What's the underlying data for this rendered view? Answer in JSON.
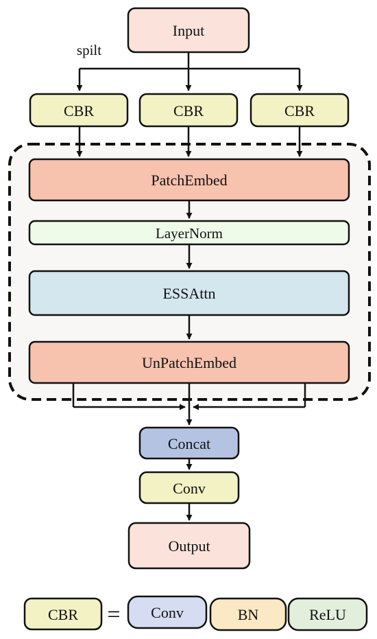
{
  "input_label": "Input",
  "split_label": "spilt",
  "cbr_labels": [
    "CBR",
    "CBR",
    "CBR"
  ],
  "patchembed_label": "PatchEmbed",
  "layernorm_label": "LayerNorm",
  "essattn_label": "ESSAttn",
  "unpatchembed_label": "UnPatchEmbed",
  "concat_label": "Concat",
  "conv_label": "Conv",
  "output_label": "Output",
  "legend": {
    "cbr_label": "CBR",
    "equals": "=",
    "conv_label": "Conv",
    "bn_label": "BN",
    "relu_label": "ReLU"
  },
  "colors": {
    "input": "#fbe3dc",
    "cbr": "#f2f2c4",
    "patchembed": "#f7c2ae",
    "layernorm": "#eefbe9",
    "essattn": "#d4e6ee",
    "unpatchembed": "#f7c2ae",
    "concat": "#b5c3e3",
    "conv": "#f2f2c4",
    "output": "#fbe3dc",
    "legend_conv": "#d6dcf1",
    "legend_bn": "#fbe8c4",
    "legend_relu": "#e2efdc",
    "dashed_region": "#f8f7f5"
  }
}
